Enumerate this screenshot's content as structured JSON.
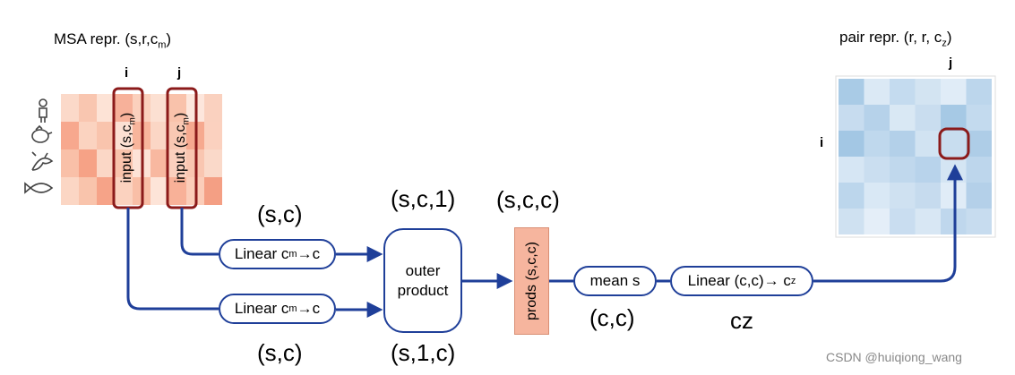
{
  "msa": {
    "title": "MSA repr. (s,r,c",
    "title_sub": "m",
    "title_end": ")",
    "col_i": "i",
    "col_j": "j",
    "input_label": "input (s,c",
    "input_sub": "m",
    "input_end": ")"
  },
  "pair": {
    "title": "pair repr. (r, r, c",
    "title_sub": "z",
    "title_end": ")",
    "col_j": "j",
    "row_i": "i"
  },
  "linear_top": {
    "label": "Linear c",
    "sub": "m",
    "end": "→c",
    "shape": "(s,c)"
  },
  "linear_bottom": {
    "label": "Linear c",
    "sub": "m",
    "end": "→c",
    "shape": "(s,c)"
  },
  "outer_product": {
    "line1": "outer",
    "line2": "product",
    "shape_top": "(s,c,1)",
    "shape_bottom": "(s,1,c)"
  },
  "prods": {
    "label": "prods (s,c,c)",
    "shape": "(s,c,c)"
  },
  "mean": {
    "label": "mean s",
    "shape": "(c,c)"
  },
  "linear_final": {
    "label": "Linear (c,c)→ c",
    "sub": "z",
    "shape": "cz"
  },
  "watermark": "CSDN @huiqiong_wang",
  "colors": {
    "arrow": "#1f3f99",
    "highlight": "#8b1a1a",
    "prods_fill": "#f6b59e"
  }
}
